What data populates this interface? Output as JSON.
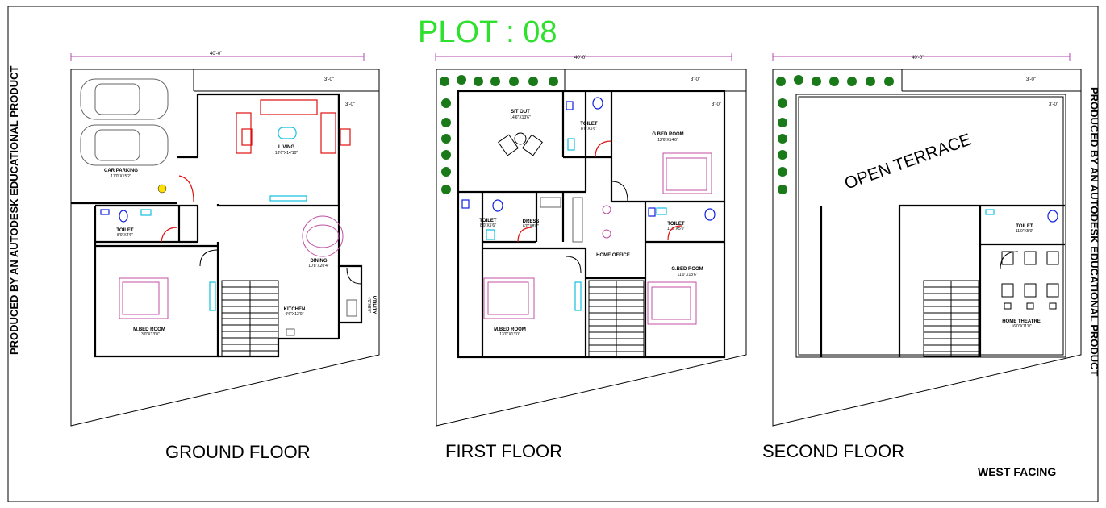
{
  "plot_title": "PLOT : 08",
  "side_text": "PRODUCED BY AN AUTODESK EDUCATIONAL PRODUCT",
  "facing": "WEST FACING",
  "ground_floor": {
    "title": "GROUND FLOOR",
    "width_dim": "40'-0\"",
    "setback_dim": "3'-0\"",
    "side_dim": "3'-0\"",
    "car_parking": "CAR PARKING",
    "car_parking_size": "17'0\"X15'2\"",
    "living": "LIVING",
    "living_size": "18'6\"X14'10\"",
    "toilet": "TOILET",
    "toilet_size": "8'0\"X4'6\"",
    "dining": "DINING",
    "dining_size": "10'8\"X20'4\"",
    "bedroom": "M.BED ROOM",
    "bedroom_size": "13'0\"X13'0\"",
    "kitchen": "KITCHEN",
    "kitchen_size": "9'6\"X13'0\"",
    "utility": "UTILITY",
    "utility_size": "4'0\"X8'0\""
  },
  "first_floor": {
    "title": "FIRST  FLOOR",
    "width_dim": "40'-0\"",
    "setback_dim": "3'-0\"",
    "side_dim": "3'-0\"",
    "sit_out": "SIT OUT",
    "sit_out_size": "14'6\"X13'6\"",
    "toilet1": "TOILET",
    "toilet1_size": "8'0\"X5'6\"",
    "bedroom1": "G.BED ROOM",
    "bedroom1_size": "12'6\"X14'6\"",
    "toilet2": "TOILET",
    "toilet2_size": "8'0\"X5'6\"",
    "dress": "DRESS",
    "dress_size": "6'0\"X8'0\"",
    "home_office": "HOME OFFICE",
    "toilet3": "TOILET",
    "toilet3_size": "11'0\"X5'0\"",
    "bedroom2": "G.BED ROOM",
    "bedroom2_size": "11'0\"X13'6\"",
    "bedroom3": "M.BED ROOM",
    "bedroom3_size": "13'0\"X13'0\""
  },
  "second_floor": {
    "title": "SECOND FLOOR",
    "width_dim": "40'-0\"",
    "setback_dim": "3'-0\"",
    "side_dim": "3'-0\"",
    "terrace": "OPEN TERRACE",
    "toilet": "TOILET",
    "toilet_size": "11'0\"X5'0\"",
    "theatre": "HOME THEATRE",
    "theatre_size": "16'0\"X11'0\""
  }
}
